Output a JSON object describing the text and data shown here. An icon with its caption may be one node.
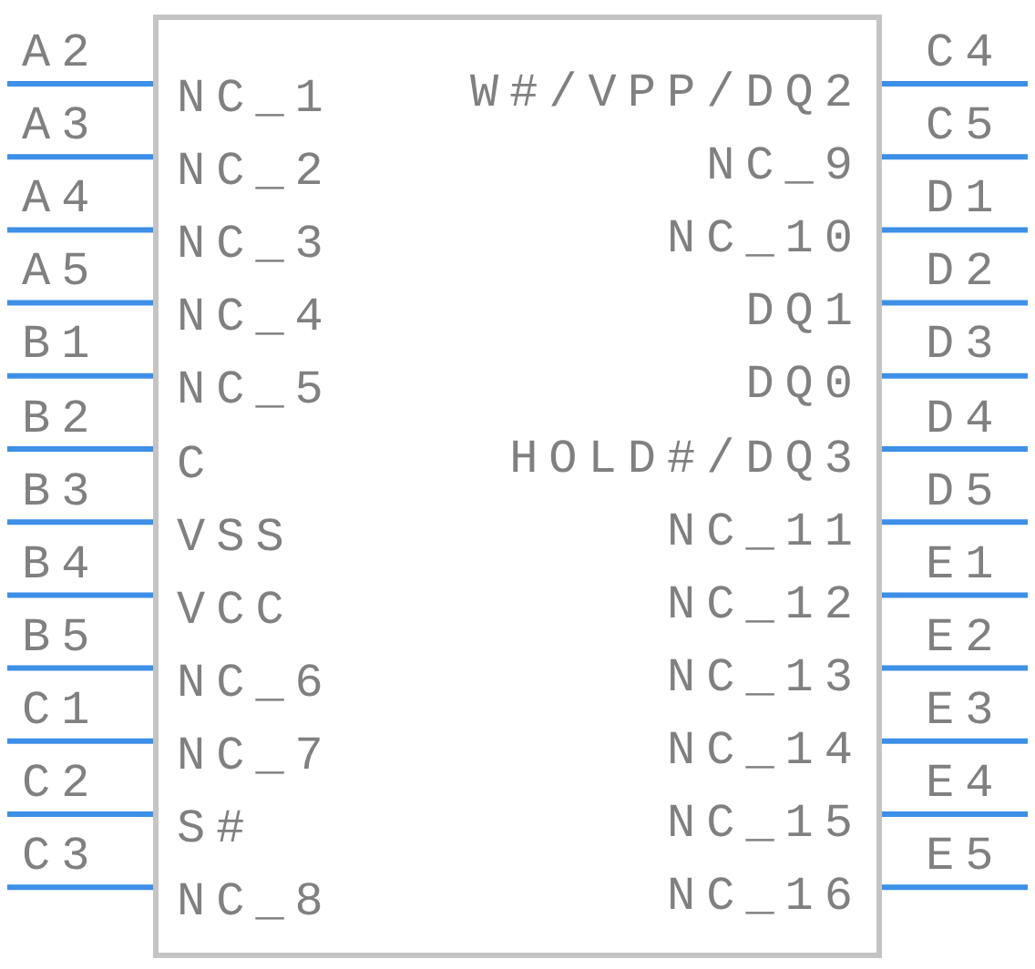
{
  "diagram": {
    "nodes": [
      {
        "text": [],
        "shape": "box"
      }
    ],
    "labels": [
      "A2",
      "C4",
      "NC_1",
      "W#/VPP/DQ2",
      "A3",
      "C5",
      "NC_2",
      "NC_9",
      "A4",
      "D1",
      "NC_3",
      "NC_10",
      "A5",
      "D2",
      "NC_4",
      "DQ1",
      "B1",
      "D3",
      "NC_5",
      "DQ0",
      "B2",
      "D4",
      "C",
      "HOLD#/DQ3",
      "B3",
      "D5",
      "VSS",
      "NC_11",
      "B4",
      "E1",
      "VCC",
      "NC_12",
      "B5",
      "E2",
      "NC_6",
      "NC_13",
      "C1",
      "E3",
      "NC_7",
      "NC_14",
      "C2",
      "E4",
      "S#",
      "NC_15",
      "C3",
      "E5",
      "NC_8",
      "NC_16"
    ]
  }
}
